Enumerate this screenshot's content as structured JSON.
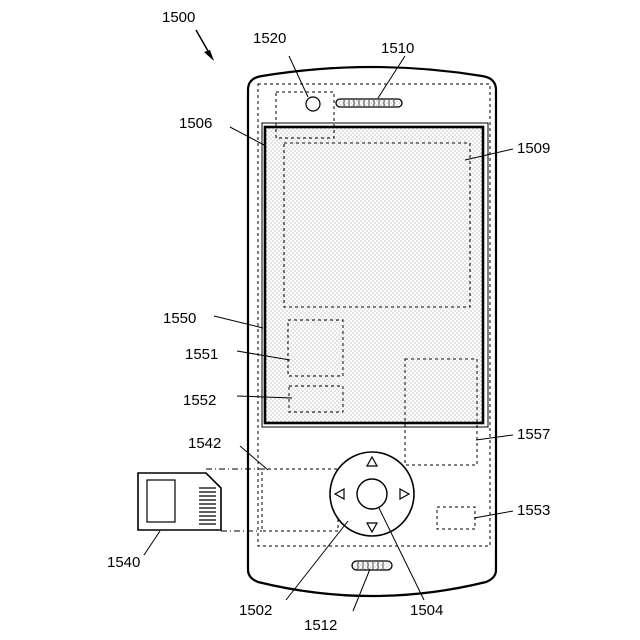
{
  "labels": {
    "device": "1500",
    "camera": "1520",
    "speaker": "1510",
    "display_frame": "1506",
    "display_area": "1509",
    "touch_panel": "1550",
    "region_1551": "1551",
    "region_1552": "1552",
    "slot_region": "1542",
    "region_1557": "1557",
    "region_1553": "1553",
    "memory_card": "1540",
    "operation_key": "1502",
    "microphone": "1512",
    "center_button": "1504"
  }
}
